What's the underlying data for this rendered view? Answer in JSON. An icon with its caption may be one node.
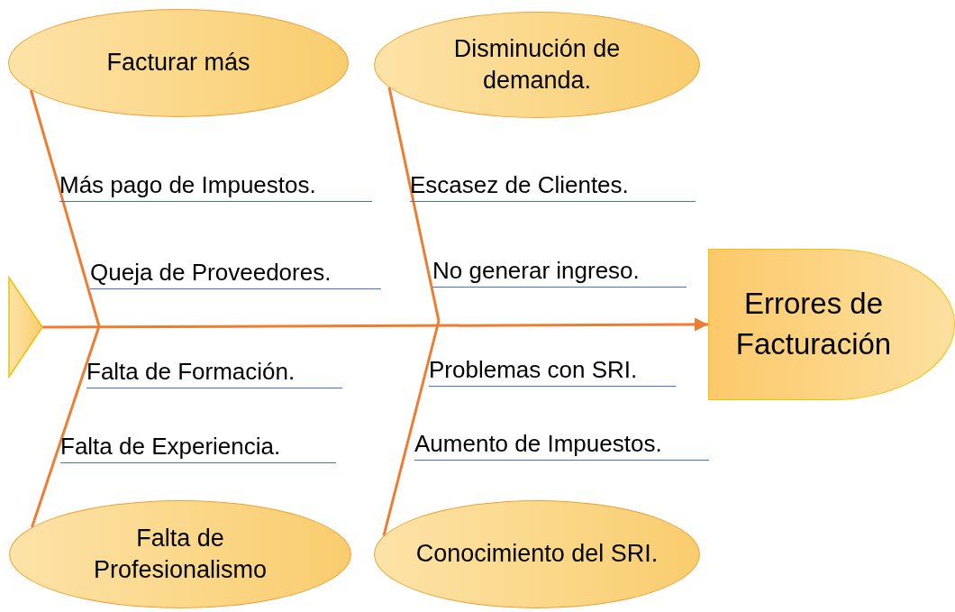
{
  "diagram": {
    "nodes": [
      {
        "text": [],
        "shape": "triangle"
      },
      {
        "text": [
          "Facturar más"
        ]
      },
      {
        "text": [
          "Disminución de demanda."
        ]
      },
      {
        "text": [
          "Errores de Facturación"
        ]
      },
      {
        "text": [
          "Falta de Profesionalismo"
        ]
      },
      {
        "text": [
          "Conocimiento del SRI."
        ]
      }
    ],
    "edges": [
      {
        "from": 0,
        "to": 3,
        "arrow": "to"
      },
      {
        "from": 1,
        "to": null,
        "arrow": "none"
      },
      {
        "from": 2,
        "to": null,
        "arrow": "none"
      },
      {
        "from": 4,
        "to": null,
        "arrow": "none"
      },
      {
        "from": 5,
        "to": null,
        "arrow": "none"
      }
    ],
    "labels": [
      "Más pago de Impuestos.",
      "Escasez de Clientes.",
      "Queja de Proveedores.",
      "No generar ingreso.",
      "Falta de Formación.",
      "Problemas con SRI.",
      "Falta de Experiencia.",
      "Aumento de Impuestos."
    ]
  }
}
